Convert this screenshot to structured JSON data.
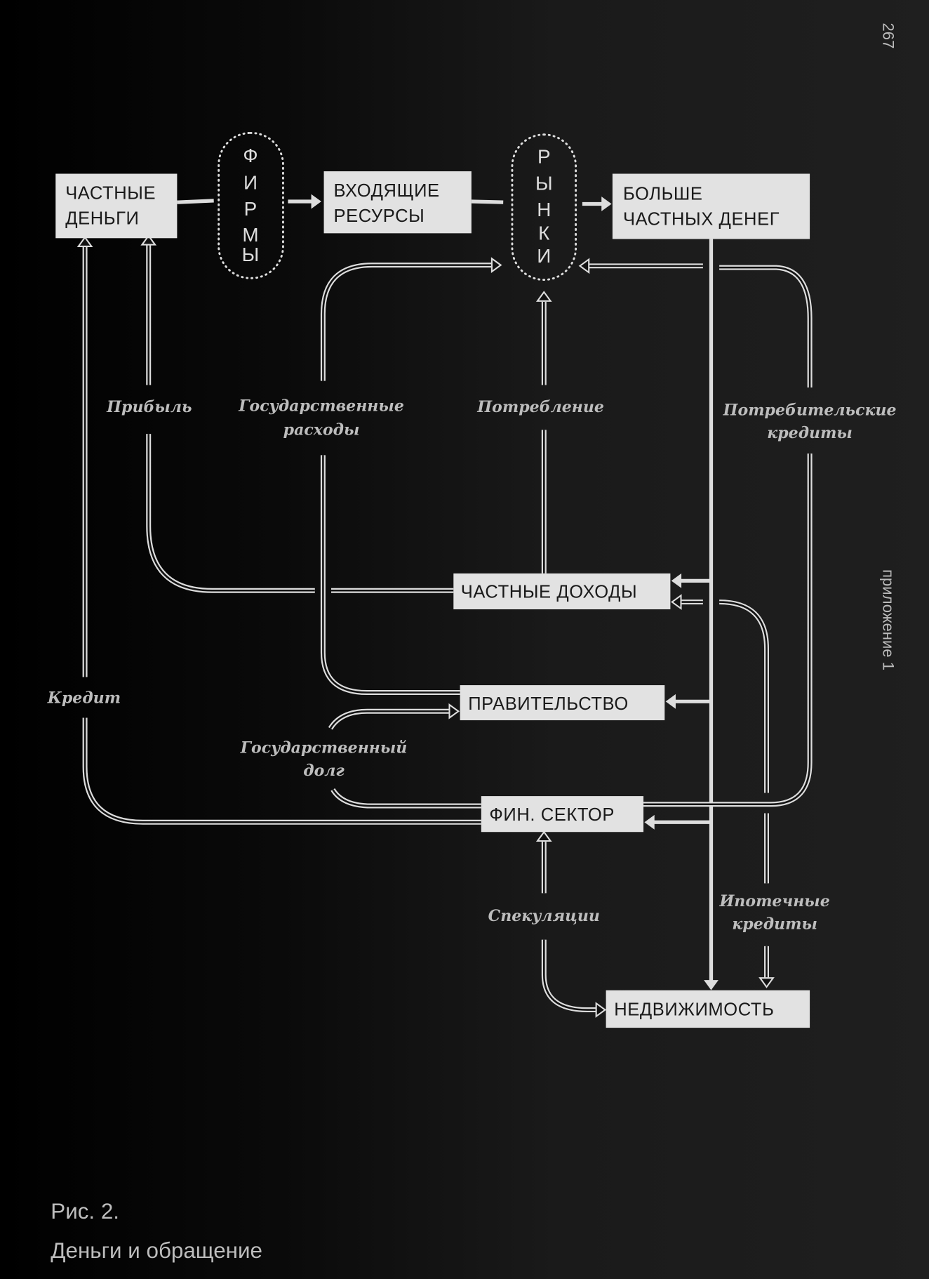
{
  "page_number": "267",
  "side_label": "приложение 1",
  "caption": {
    "number": "Рис. 2.",
    "title": "Деньги и обращение"
  },
  "nodes": {
    "private_money": [
      "ЧАСТНЫЕ",
      "ДЕНЬГИ"
    ],
    "firms": [
      "Ф",
      "И",
      "Р",
      "М",
      "Ы"
    ],
    "inputs": [
      "ВХОДЯЩИЕ",
      "РЕСУРСЫ"
    ],
    "markets": [
      "Р",
      "Ы",
      "Н",
      "К",
      "И"
    ],
    "more_money": [
      "БОЛЬШЕ",
      "ЧАСТНЫХ ДЕНЕГ"
    ],
    "private_income": "ЧАСТНЫЕ ДОХОДЫ",
    "government": "ПРАВИТЕЛЬСТВО",
    "fin_sector": "ФИН. СЕКТОР",
    "real_estate": "НЕДВИЖИМОСТЬ"
  },
  "flows": {
    "profit": "Прибыль",
    "gov_spending": [
      "Государственные",
      "расходы"
    ],
    "consumption": "Потребление",
    "consumer_credit": [
      "Потребительские",
      "кредиты"
    ],
    "credit": "Кредит",
    "gov_debt": [
      "Государственный",
      "долг"
    ],
    "speculation": "Спекуляции",
    "mortgage": [
      "Ипотечные",
      "кредиты"
    ]
  },
  "colors": {
    "background": "#111111",
    "box": "#e2e2e2",
    "line": "#dddddd"
  }
}
